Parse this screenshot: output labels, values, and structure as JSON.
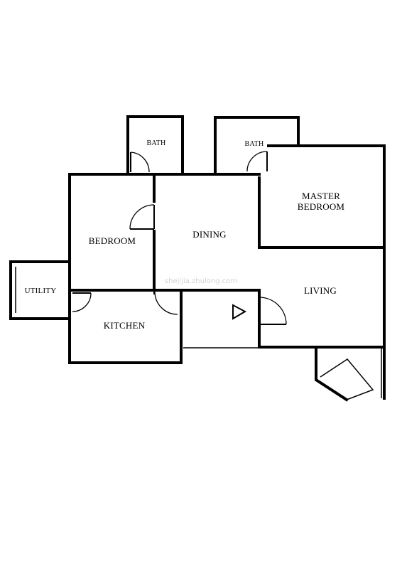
{
  "rooms": {
    "bath_left": "BATH",
    "bath_right": "BATH",
    "master_line1": "MASTER",
    "master_line2": "BEDROOM",
    "bedroom": "BEDROOM",
    "dining": "DINING",
    "living": "LIVING",
    "utility": "UTILITY",
    "kitchen": "KITCHEN"
  },
  "watermark": "shejijia.zhulong.com",
  "colors": {
    "wall": "#000000",
    "background": "#ffffff",
    "watermark": "#d2d2d2"
  }
}
